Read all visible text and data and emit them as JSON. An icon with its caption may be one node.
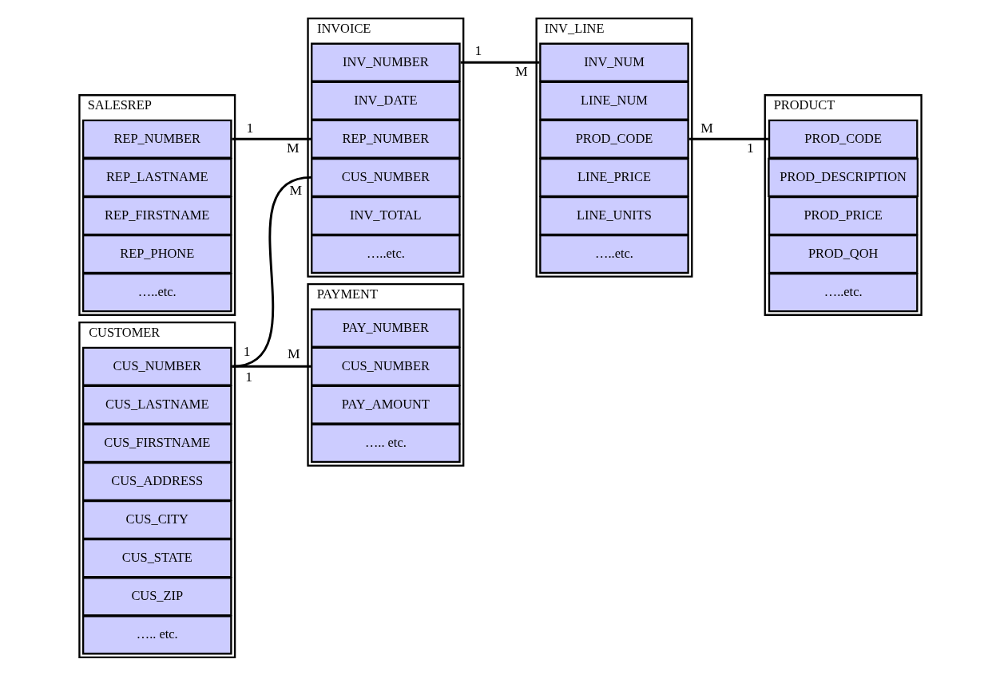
{
  "diagram": {
    "nodes": [
      {
        "text": [
          "SALESREP"
        ]
      },
      {
        "text": [
          "REP_NUMBER"
        ],
        "in": 0,
        "beside": [
          "1"
        ]
      },
      {
        "text": [
          "REP_LASTNAME"
        ],
        "in": 0
      },
      {
        "text": [
          "REP_FIRSTNAME"
        ],
        "in": 0
      },
      {
        "text": [
          "REP_PHONE"
        ],
        "in": 0
      },
      {
        "text": [
          "…..etc."
        ],
        "in": 0
      },
      {
        "text": [
          "INVOICE"
        ]
      },
      {
        "text": [
          "INV_NUMBER"
        ],
        "in": 6,
        "beside": [
          "1"
        ]
      },
      {
        "text": [
          "INV_DATE"
        ],
        "in": 6
      },
      {
        "text": [
          "REP_NUMBER"
        ],
        "in": 6,
        "beside": [
          "M"
        ]
      },
      {
        "text": [
          "CUS_NUMBER"
        ],
        "in": 6,
        "beside": [
          "M"
        ]
      },
      {
        "text": [
          "INV_TOTAL"
        ],
        "in": 6
      },
      {
        "text": [
          "…..etc."
        ],
        "in": 6
      },
      {
        "text": [
          "CUSTOMER"
        ]
      },
      {
        "text": [
          "CUS_NUMBER"
        ],
        "in": 13,
        "beside": [
          "1",
          "1"
        ]
      },
      {
        "text": [
          "CUS_LASTNAME"
        ],
        "in": 13
      },
      {
        "text": [
          "CUS_FIRSTNAME"
        ],
        "in": 13
      },
      {
        "text": [
          "CUS_ADDRESS"
        ],
        "in": 13
      },
      {
        "text": [
          "CUS_CITY"
        ],
        "in": 13
      },
      {
        "text": [
          "CUS_STATE"
        ],
        "in": 13
      },
      {
        "text": [
          "CUS_ZIP"
        ],
        "in": 13
      },
      {
        "text": [
          "….. etc."
        ],
        "in": 13
      },
      {
        "text": [
          "PAYMENT"
        ]
      },
      {
        "text": [
          "PAY_NUMBER"
        ],
        "in": 22
      },
      {
        "text": [
          "CUS_NUMBER"
        ],
        "in": 22,
        "beside": [
          "M"
        ]
      },
      {
        "text": [
          "PAY_AMOUNT"
        ],
        "in": 22
      },
      {
        "text": [
          "….. etc."
        ],
        "in": 22
      },
      {
        "text": [
          "INV_LINE"
        ]
      },
      {
        "text": [
          "INV_NUM"
        ],
        "in": 27,
        "beside": [
          "M"
        ]
      },
      {
        "text": [
          "LINE_NUM"
        ],
        "in": 27
      },
      {
        "text": [
          "PROD_CODE"
        ],
        "in": 27,
        "beside": [
          "M"
        ]
      },
      {
        "text": [
          "LINE_PRICE"
        ],
        "in": 27
      },
      {
        "text": [
          "LINE_UNITS"
        ],
        "in": 27
      },
      {
        "text": [
          "…..etc."
        ],
        "in": 27
      },
      {
        "text": [
          "PRODUCT"
        ]
      },
      {
        "text": [
          "PROD_CODE"
        ],
        "in": 34,
        "beside": [
          "1"
        ]
      },
      {
        "text": [
          "PROD_DESCRIPTION"
        ],
        "in": 34
      },
      {
        "text": [
          "PROD_PRICE"
        ],
        "in": 34
      },
      {
        "text": [
          "PROD_QOH"
        ],
        "in": 34
      },
      {
        "text": [
          "…..etc."
        ],
        "in": 34
      }
    ],
    "edges": [
      {
        "from": 1,
        "to": 9,
        "arrow": "none"
      },
      {
        "from": 7,
        "to": 28,
        "arrow": "none"
      },
      {
        "from": 14,
        "to": 10,
        "arrow": "none"
      },
      {
        "from": 14,
        "to": 24,
        "arrow": "none"
      },
      {
        "from": 30,
        "to": 35,
        "arrow": "none"
      }
    ]
  }
}
